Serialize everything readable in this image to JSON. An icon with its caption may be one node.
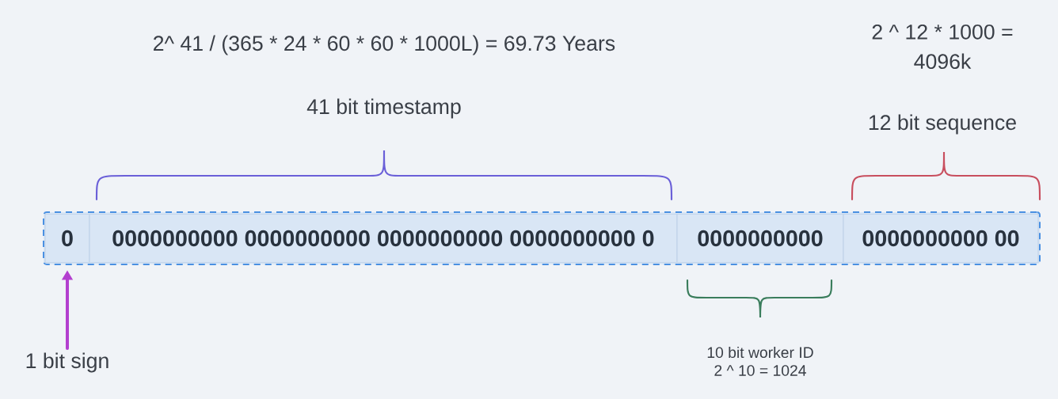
{
  "diagram": {
    "nodes": [
      {
        "text": [],
        "shape": "box"
      },
      {
        "text": [
          "0"
        ],
        "in": 0
      },
      {
        "text": [
          "0000000000 0000000000 0000000000 0000000000 0"
        ],
        "in": 0
      },
      {
        "text": [
          "0000000000"
        ],
        "in": 0
      },
      {
        "text": [
          "0000000000 00"
        ],
        "in": 0
      },
      {
        "text": [
          "1 bit sign"
        ]
      }
    ],
    "edges": [
      {
        "from": 5,
        "to": 1,
        "arrow": "to"
      }
    ],
    "labels": [
      "2^ 41 / (365 * 24 * 60 * 60 * 1000L) = 69.73 Years",
      "2 ^ 12 * 1000 = 4096k",
      "41 bit timestamp",
      "12 bit sequence",
      "10 bit worker ID",
      "2 ^ 10 = 1024"
    ]
  }
}
